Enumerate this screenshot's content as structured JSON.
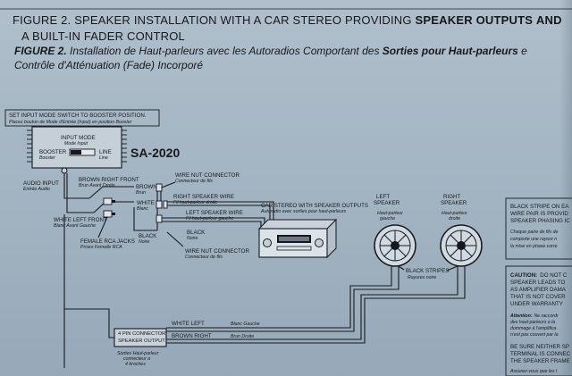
{
  "heading": {
    "en_line1_a": "FIGURE 2.",
    "en_line1_b": "SPEAKER INSTALLATION WITH A CAR STEREO PROVIDING",
    "en_line1_c": "SPEAKER OUTPUTS",
    "en_line1_d": "AND",
    "en_line2": "A BUILT-IN FADER CONTROL",
    "fr_line1_a": "FIGURE 2.",
    "fr_line1_b": "Installation de Haut-parleurs avec les Autoradios Comportant des",
    "fr_line1_c": "Sorties pour Haut-parleurs",
    "fr_line1_d": "e",
    "fr_line2": "Contrôle d'Atténuation (Fade) Incorporé"
  },
  "booster": {
    "note_en": "SET INPUT MODE SWITCH TO BOOSTER POSITION.",
    "note_fr": "Placez bouton de Mode d'Entrée (Input) en position Booster",
    "model": "SA-2020",
    "input_mode": "INPUT MODE",
    "input_mode_fr": "Mode Input",
    "booster_en": "BOOSTER",
    "booster_fr": "Booster",
    "line_en": "LINE",
    "line_fr": "Line",
    "audio_input_en": "AUDIO INPUT",
    "audio_input_fr": "Entrée Audio"
  },
  "wires": {
    "brown_right_front_en": "BROWN RIGHT FRONT",
    "brown_right_front_fr": "Brun Avant Droite",
    "white_left_front_en": "WHITE LEFT FRONT",
    "white_left_front_fr": "Blanc Avant Gauche",
    "female_rca_en": "FEMALE RCA JACKS",
    "female_rca_fr": "Prises Femelle RCA",
    "brown_en": "BROWN",
    "brown_fr": "Brun",
    "white_en": "WHITE",
    "white_fr": "Blanc",
    "black_en": "BLACK",
    "black_fr": "Noire",
    "wire_nut_top_en": "WIRE NUT CONNECTOR",
    "wire_nut_top_fr": "Connecteur de fils",
    "right_speaker_wire_en": "RIGHT SPEAKER WIRE",
    "right_speaker_wire_fr": "Fil haut-parleur droite",
    "left_speaker_wire_en": "LEFT SPEAKER WIRE",
    "left_speaker_wire_fr": "Fil haut-parleur gauche",
    "black2_en": "BLACK",
    "black2_fr": "Noire",
    "wire_nut_bot_en": "WIRE NUT CONNECTOR",
    "wire_nut_bot_fr": "Connecteur de fils"
  },
  "stereo": {
    "title_en": "CAR STEREO WITH SPEAKER OUTPUTS",
    "title_fr": "Autoradio avec sorties pour haut-parleurs"
  },
  "speakers": {
    "left_en_1": "LEFT",
    "left_en_2": "SPEAKER",
    "left_fr_1": "Haut-parleur",
    "left_fr_2": "gauche",
    "right_en_1": "RIGHT",
    "right_en_2": "SPEAKER",
    "right_fr_1": "Haut-parleur",
    "right_fr_2": "droite",
    "black_stripes_en": "BLACK STRIPES",
    "black_stripes_fr": "Rayures noire"
  },
  "connector": {
    "title_1": "4 PIN CONNECTOR",
    "title_2": "SPEAKER OUTPUT",
    "fr_1": "Sorties Haut-parleur",
    "fr_2": "connecteur a",
    "fr_3": "4 broches",
    "white_left_en": "WHITE LEFT",
    "white_left_fr": "Blanc Gauche",
    "brown_right_en": "BROWN RIGHT",
    "brown_right_fr": "Brun Droite"
  },
  "side_notes": {
    "stripe_1": "BLACK STRIPE ON EA",
    "stripe_2": "WIRE PAIR IS PROVID",
    "stripe_3": "SPEAKER PHASING IC",
    "stripe_fr_1": "Chaque paire de fils de",
    "stripe_fr_2": "comporte une rayure n",
    "stripe_fr_3": "la mise en phase corre",
    "caution_1": "CAUTION:",
    "caution_1b": "DO NOT C",
    "caution_2": "SPEAKER LEADS TO",
    "caution_3": "AS AMPLIFIER DAMA",
    "caution_4": "THAT IS NOT COVER",
    "caution_5": "UNDER WARRANTY",
    "attention_1": "Attention:",
    "attention_1b": "Ne raccordr",
    "attention_2": "des haut-parleurs a la",
    "attention_3": "dommage à l'amplifica",
    "attention_4": "n'est pas couvert par la",
    "sure_1": "BE SURE NEITHER SP",
    "sure_2": "TERMINAL IS CONNEC",
    "sure_3": "THE SPEAKER FRAME",
    "sure_fr_1": "Assurez-vous que les l"
  }
}
